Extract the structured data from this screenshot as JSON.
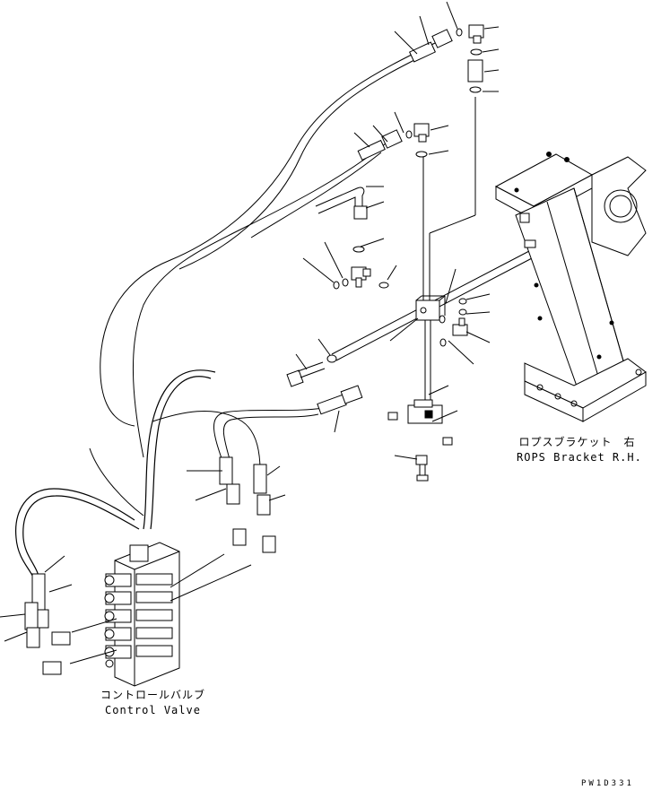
{
  "labels": {
    "rops_bracket_jp": "ロプスブラケット　右",
    "rops_bracket_en": "ROPS Bracket R.H.",
    "control_valve_jp": "コントロールバルブ",
    "control_valve_en": "Control Valve",
    "drawing_code": "PW1D331"
  }
}
